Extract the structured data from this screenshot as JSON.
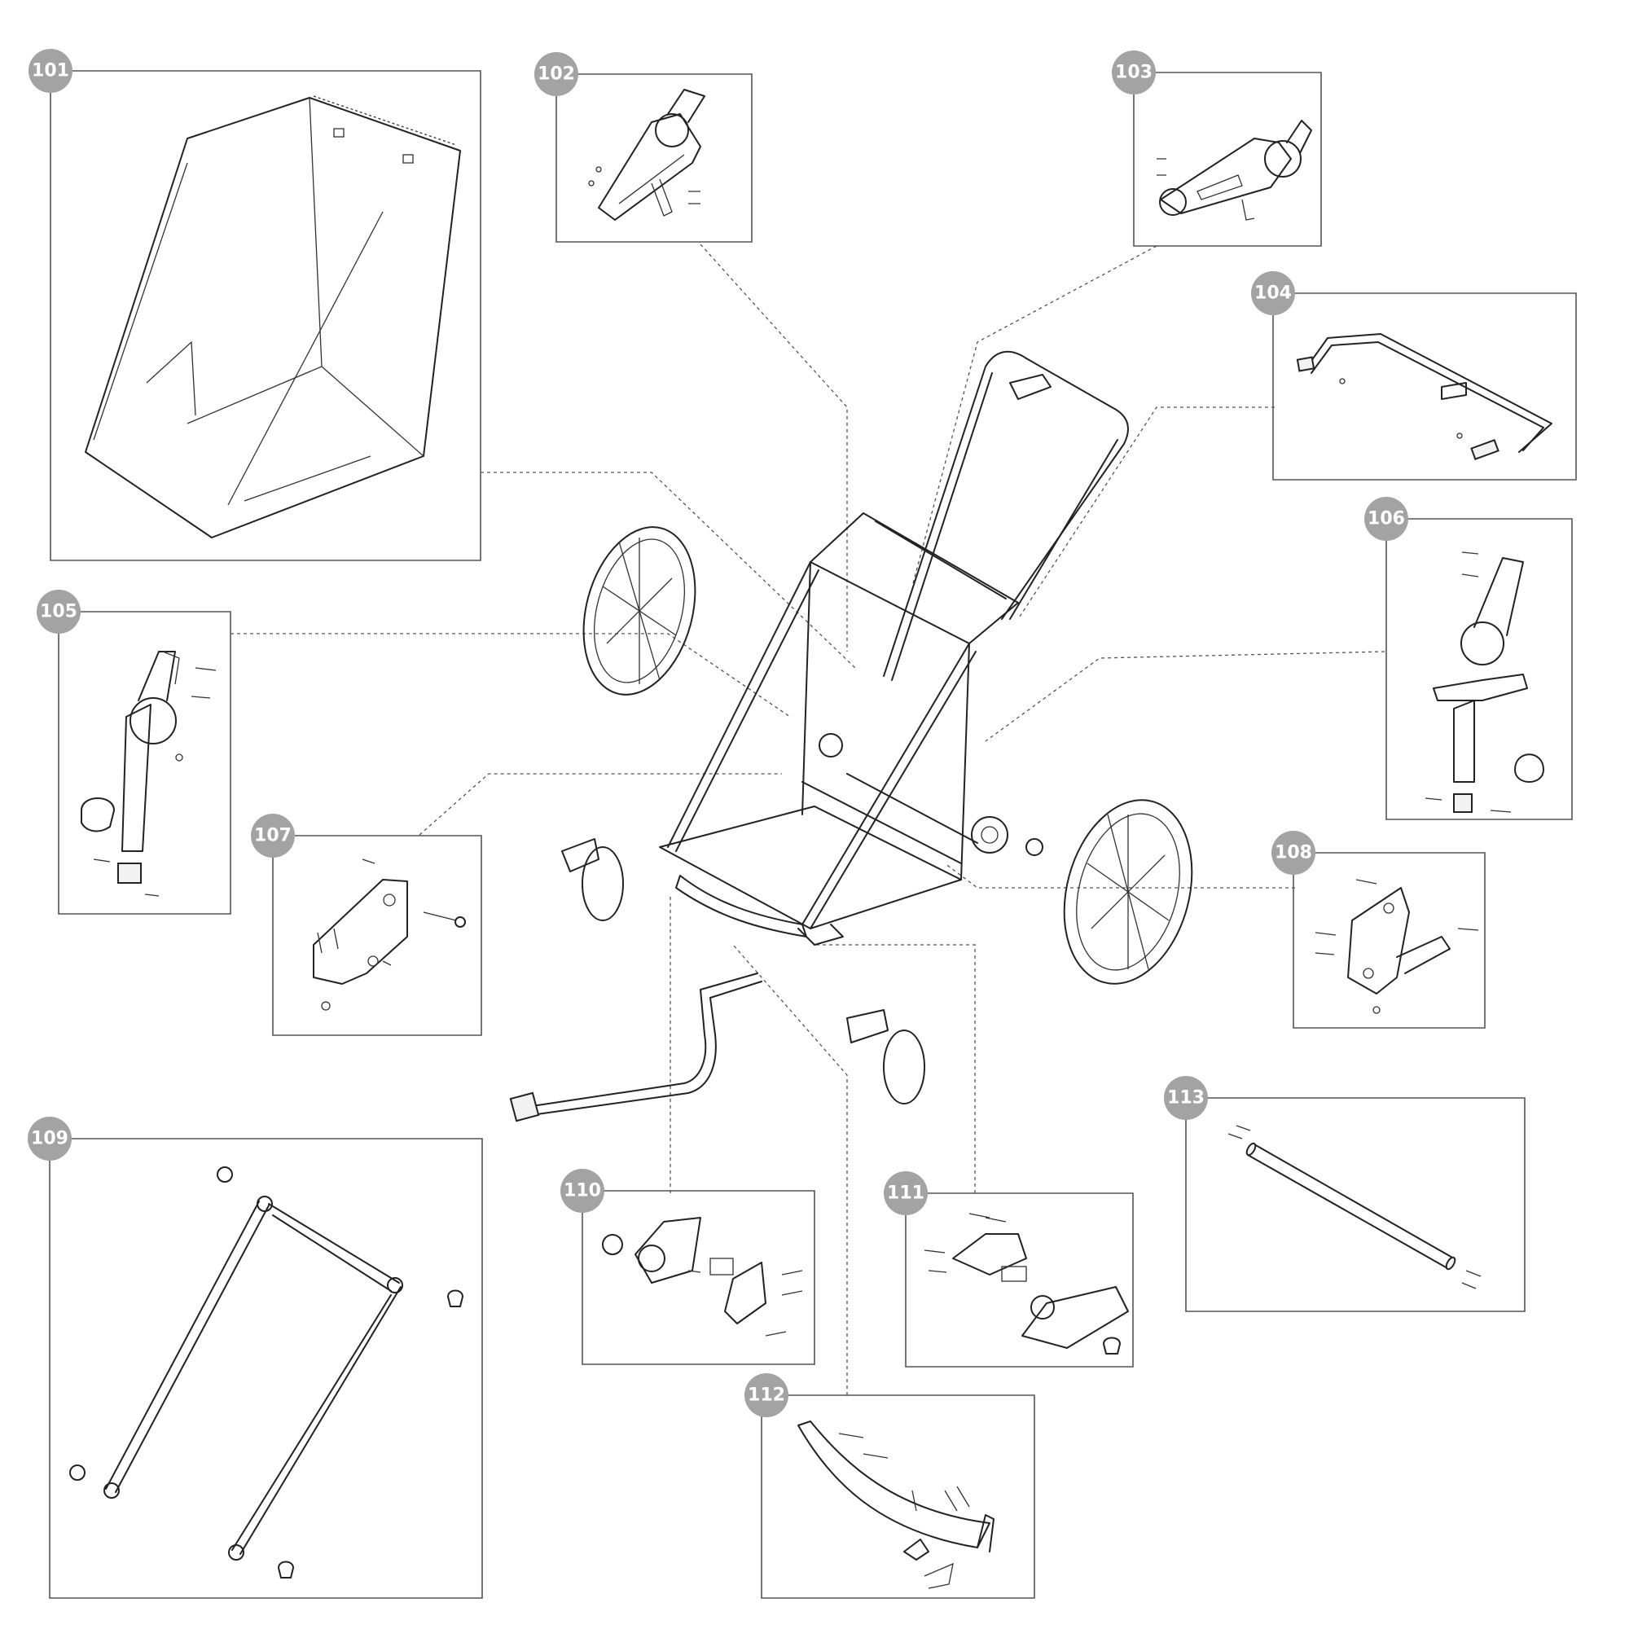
{
  "diagram": {
    "type": "exploded-parts-diagram",
    "callouts": [
      {
        "id": "101",
        "label": "101"
      },
      {
        "id": "102",
        "label": "102"
      },
      {
        "id": "103",
        "label": "103"
      },
      {
        "id": "104",
        "label": "104"
      },
      {
        "id": "105",
        "label": "105"
      },
      {
        "id": "106",
        "label": "106"
      },
      {
        "id": "107",
        "label": "107"
      },
      {
        "id": "108",
        "label": "108"
      },
      {
        "id": "109",
        "label": "109"
      },
      {
        "id": "110",
        "label": "110"
      },
      {
        "id": "111",
        "label": "111"
      },
      {
        "id": "112",
        "label": "112"
      },
      {
        "id": "113",
        "label": "113"
      }
    ],
    "colors": {
      "badge": "#a3a3a3",
      "badge_text": "#ffffff",
      "line": "#222222",
      "frame": "#555555"
    }
  }
}
